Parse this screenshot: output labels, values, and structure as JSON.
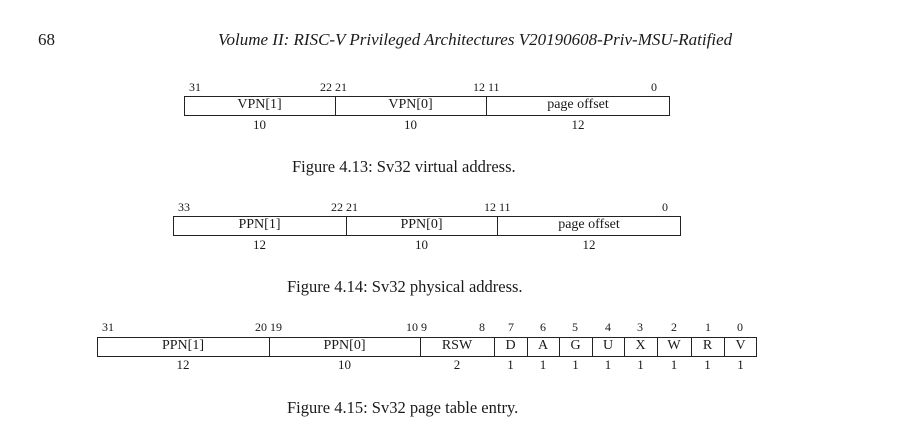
{
  "header": {
    "page_number": "68",
    "title": "Volume II: RISC-V Privileged Architectures V20190608-Priv-MSU-Ratified"
  },
  "figures": [
    {
      "bits": [
        "31",
        "22 21",
        "12 11",
        "0"
      ],
      "fields": [
        {
          "name": "VPN[1]",
          "width": "10"
        },
        {
          "name": "VPN[0]",
          "width": "10"
        },
        {
          "name": "page offset",
          "width": "12"
        }
      ],
      "caption": "Figure 4.13: Sv32 virtual address."
    },
    {
      "bits": [
        "33",
        "22 21",
        "12 11",
        "0"
      ],
      "fields": [
        {
          "name": "PPN[1]",
          "width": "12"
        },
        {
          "name": "PPN[0]",
          "width": "10"
        },
        {
          "name": "page offset",
          "width": "12"
        }
      ],
      "caption": "Figure 4.14: Sv32 physical address."
    },
    {
      "bits": [
        "31",
        "20 19",
        "10 9",
        "8",
        "7",
        "6",
        "5",
        "4",
        "3",
        "2",
        "1",
        "0"
      ],
      "fields": [
        {
          "name": "PPN[1]",
          "width": "12"
        },
        {
          "name": "PPN[0]",
          "width": "10"
        },
        {
          "name": "RSW",
          "width": "2"
        },
        {
          "name": "D",
          "width": "1"
        },
        {
          "name": "A",
          "width": "1"
        },
        {
          "name": "G",
          "width": "1"
        },
        {
          "name": "U",
          "width": "1"
        },
        {
          "name": "X",
          "width": "1"
        },
        {
          "name": "W",
          "width": "1"
        },
        {
          "name": "R",
          "width": "1"
        },
        {
          "name": "V",
          "width": "1"
        }
      ],
      "caption": "Figure 4.15: Sv32 page table entry."
    }
  ]
}
